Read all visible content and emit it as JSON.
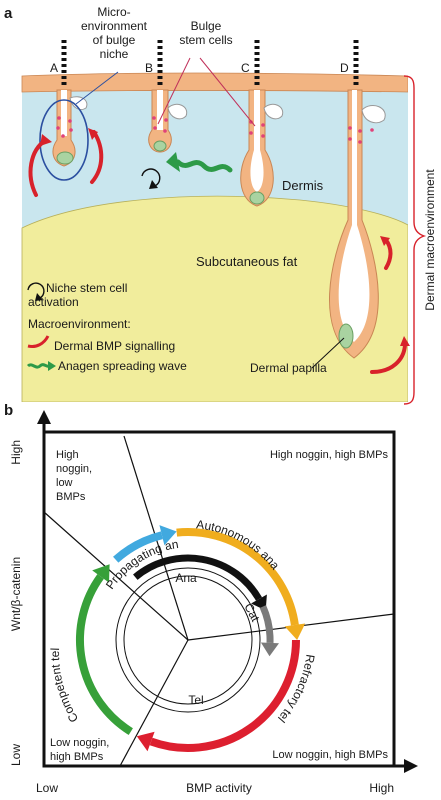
{
  "panel_a": {
    "label": "a",
    "follicle_labels": [
      "A",
      "B",
      "C",
      "D"
    ],
    "microenvironment_label": [
      "Micro-",
      "environment",
      "of bulge",
      "niche"
    ],
    "bulge_label": [
      "Bulge",
      "stem cells"
    ],
    "dermis_label": "Dermis",
    "fat_label": "Subcutaneous fat",
    "papilla_label": "Dermal papilla",
    "macroenvironment_side_label": "Dermal macroenvironment",
    "legend": {
      "niche_activation": [
        "Niche stem cell",
        "activation"
      ],
      "macro_title": "Macroenvironment:",
      "bmp": "Dermal BMP signalling",
      "anagen_wave": "Anagen spreading wave"
    },
    "colors": {
      "dermis": "#c9e6ee",
      "fat": "#f1ed9c",
      "follicle": "#f2b482",
      "bmp_arrow": "#d8222b",
      "wave_arrow": "#2d9a48",
      "niche_circle": "#2b4fa0",
      "bracket": "#d8222b"
    }
  },
  "panel_b": {
    "label": "b",
    "y_axis_label": "Wnt/β-catenin",
    "y_high": "High",
    "y_low": "Low",
    "x_axis_label": "BMP activity",
    "x_low": "Low",
    "x_high": "High",
    "regions": {
      "top_left": [
        "High",
        "noggin,",
        "low",
        "BMPs"
      ],
      "top_right": "High noggin, high BMPs",
      "bottom_left": [
        "Low noggin,",
        "high BMPs"
      ],
      "bottom_right": "Low noggin, high BMPs"
    },
    "outer_phases": [
      "Propagating ana",
      "Autonomous ana",
      "Refractory tel",
      "Competent tel"
    ],
    "inner_phases": [
      "Ana",
      "Cat",
      "Tel"
    ],
    "colors": {
      "propagating": "#41a9df",
      "autonomous": "#f0ad1e",
      "refractory": "#dd1f2f",
      "competent": "#37a039",
      "ana": "#111111",
      "cat": "#7a7a7a"
    }
  }
}
